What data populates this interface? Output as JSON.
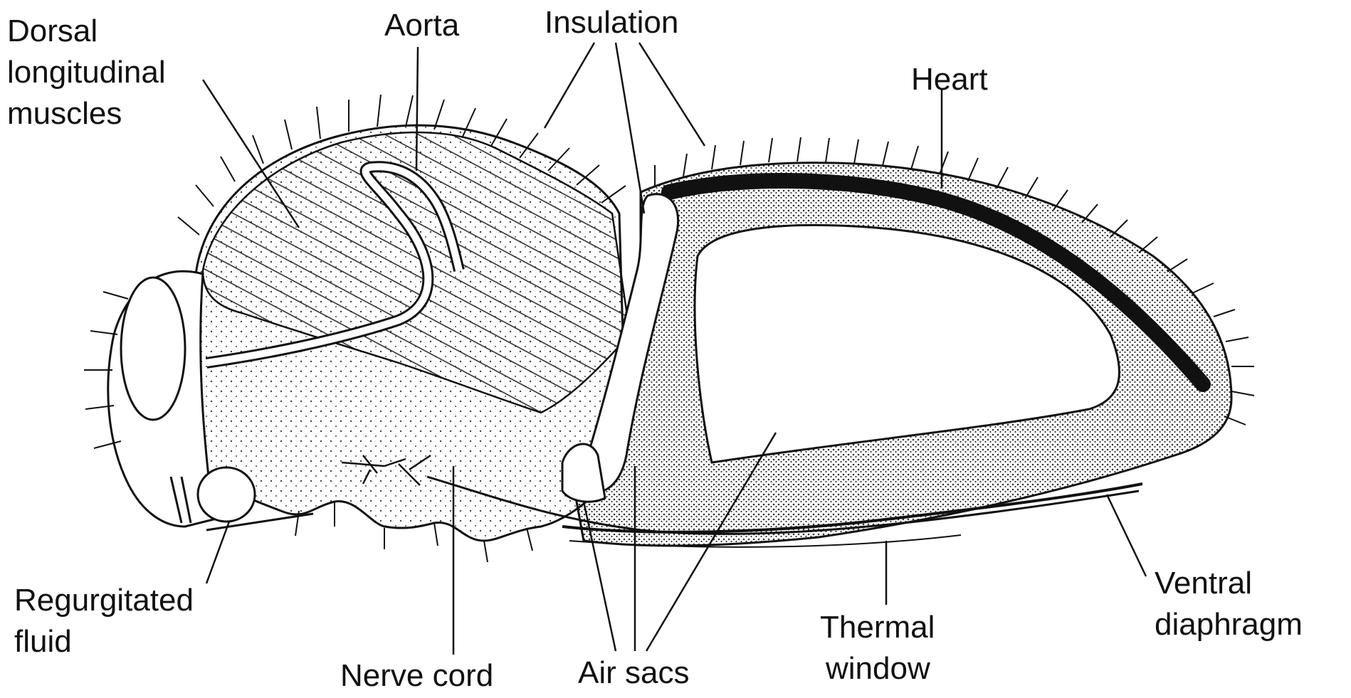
{
  "diagram": {
    "labels": {
      "dorsal_1": "Dorsal",
      "dorsal_2": "longitudinal",
      "dorsal_3": "muscles",
      "aorta": "Aorta",
      "insulation": "Insulation",
      "heart": "Heart",
      "regurgitated_1": "Regurgitated",
      "regurgitated_2": "fluid",
      "nerve_cord": "Nerve cord",
      "air_sacs": "Air sacs",
      "thermal_1": "Thermal",
      "thermal_2": "window",
      "ventral_1": "Ventral",
      "ventral_2": "diaphragm"
    },
    "colors": {
      "ink": "#111111",
      "paper": "#ffffff",
      "stipple": "#555555"
    }
  }
}
